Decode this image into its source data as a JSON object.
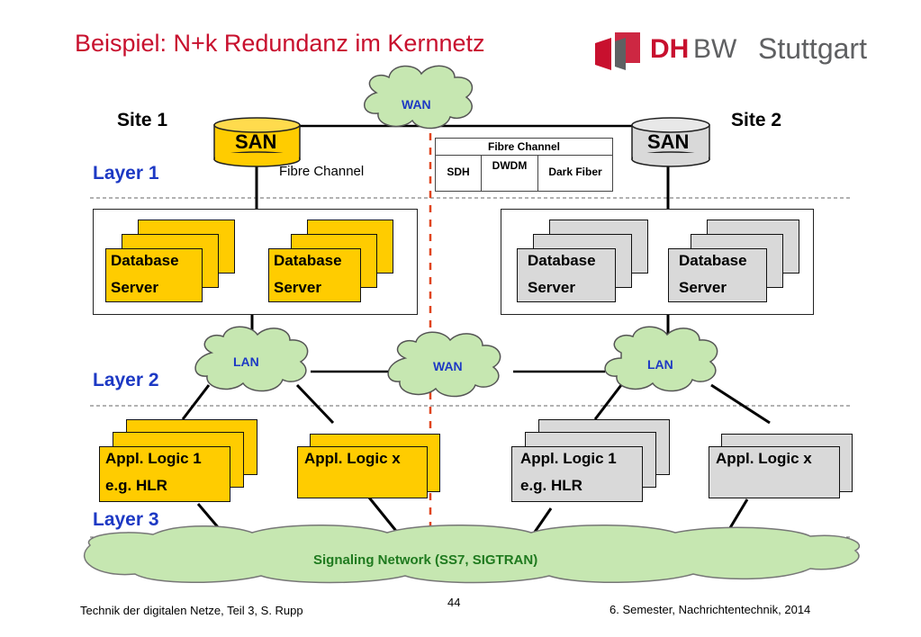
{
  "title": "Beispiel: N+k Redundanz im Kernnetz",
  "logo": {
    "dh": "DH",
    "bw": "BW",
    "city": "Stuttgart"
  },
  "sites": {
    "site1": "Site 1",
    "site2": "Site 2"
  },
  "layers": {
    "layer1": "Layer 1",
    "layer2": "Layer 2",
    "layer3": "Layer 3"
  },
  "storage": {
    "san_left": "SAN",
    "san_right": "SAN",
    "link_label": "Fibre Channel"
  },
  "fibre_channel_table": {
    "header": "Fibre Channel",
    "cells": [
      "SDH",
      "DWDM",
      "Dark Fiber"
    ]
  },
  "clouds": {
    "wan_top": "WAN",
    "lan_left": "LAN",
    "wan_middle": "WAN",
    "lan_right": "LAN"
  },
  "database_servers": {
    "left_1": [
      "Database",
      "Server"
    ],
    "left_2": [
      "Database",
      "Server"
    ],
    "right_1": [
      "Database",
      "Server"
    ],
    "right_2": [
      "Database",
      "Server"
    ]
  },
  "app_logic": {
    "left_1": [
      "Appl. Logic 1",
      "e.g. HLR"
    ],
    "left_x": "Appl. Logic x",
    "right_1": [
      "Appl. Logic 1",
      "e.g. HLR"
    ],
    "right_x": "Appl. Logic x"
  },
  "signaling_network": "Signaling Network (SS7, SIGTRAN)",
  "footer": {
    "left": "Technik der digitalen Netze, Teil 3, S. Rupp",
    "page": "44",
    "right": "6. Semester, Nachrichtentechnik, 2014"
  },
  "colors": {
    "title": "#c8102e",
    "layer": "#1d39c4",
    "site1_fill": "#ffcc00",
    "site2_fill": "#d9d9d9",
    "cloud": "#c6e7b1",
    "site_divider": "#e0441d"
  }
}
